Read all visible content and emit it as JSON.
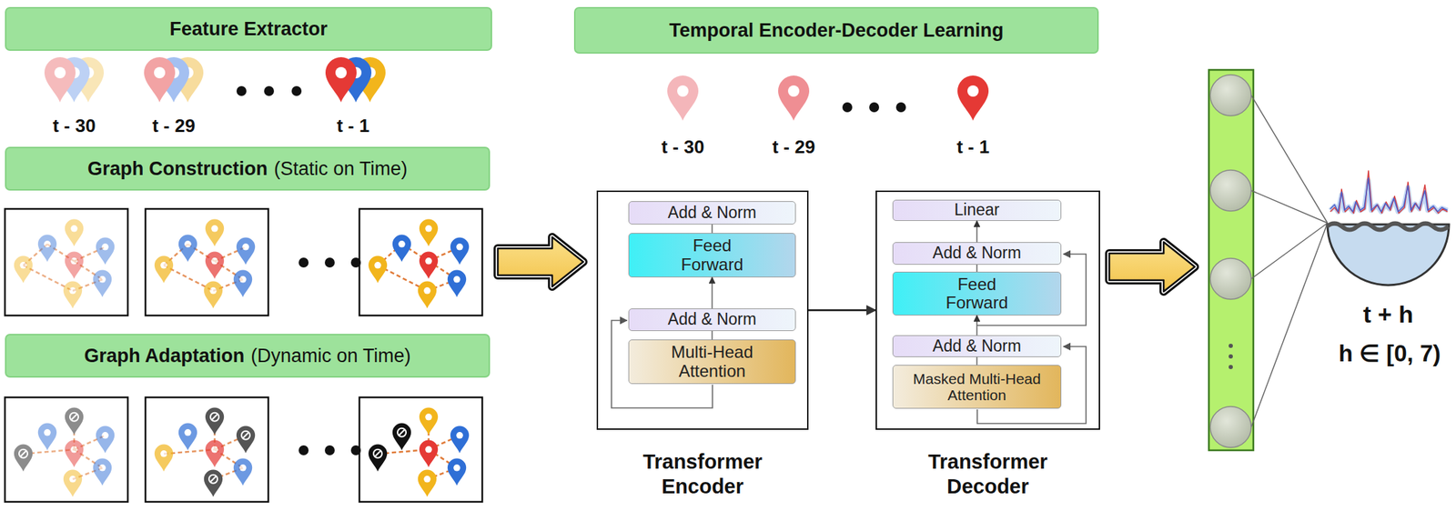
{
  "diagram": {
    "nodes": [
      {
        "text": [
          "Feature Extractor"
        ]
      },
      {
        "text": [
          "Graph Construction",
          "(Static on Time)"
        ]
      },
      {
        "text": [
          "Graph Adaptation",
          "(Dynamic on Time)"
        ]
      },
      {
        "text": [
          "Temporal Encoder-Decoder Learning"
        ]
      },
      {
        "text": [
          "Transformer Encoder"
        ]
      },
      {
        "text": [
          "Add & Norm"
        ],
        "in": 4
      },
      {
        "text": [
          "Feed Forward"
        ],
        "in": 4
      },
      {
        "text": [
          "Add & Norm"
        ],
        "in": 4
      },
      {
        "text": [
          "Multi-Head Attention"
        ],
        "in": 4
      },
      {
        "text": [
          "Transformer Decoder"
        ]
      },
      {
        "text": [
          "Linear"
        ],
        "in": 9
      },
      {
        "text": [
          "Add & Norm"
        ],
        "in": 9
      },
      {
        "text": [
          "Feed Forward"
        ],
        "in": 9
      },
      {
        "text": [
          "Add & Norm"
        ],
        "in": 9
      },
      {
        "text": [
          "Masked Multi-Head Attention"
        ],
        "in": 9
      }
    ],
    "edges": [
      {
        "from": 8,
        "to": 7,
        "arrow": "none"
      },
      {
        "from": 7,
        "to": 6,
        "arrow": "to"
      },
      {
        "from": 6,
        "to": 5,
        "arrow": "none"
      },
      {
        "from": 4,
        "to": 9,
        "arrow": "to"
      },
      {
        "from": 14,
        "to": 13,
        "arrow": "none"
      },
      {
        "from": 13,
        "to": 12,
        "arrow": "to"
      },
      {
        "from": 12,
        "to": 11,
        "arrow": "none"
      },
      {
        "from": 11,
        "to": 10,
        "arrow": "to"
      }
    ],
    "labels": [
      "t - 30",
      "t - 29",
      "t - 1",
      "t - 30",
      "t - 29",
      "t - 1",
      "t + h",
      "h ∈ [0, 7)"
    ]
  }
}
